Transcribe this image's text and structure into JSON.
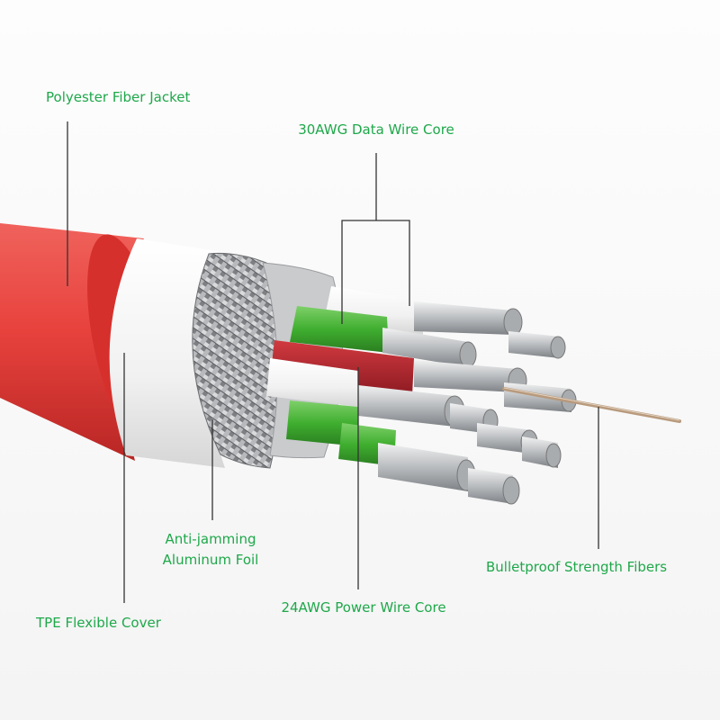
{
  "labels": {
    "jacket": "Polyester Fiber Jacket",
    "data_core": "30AWG Data Wire Core",
    "foil_line1": "Anti-jamming",
    "foil_line2": "Aluminum Foil",
    "power_core": "24AWG Power Wire Core",
    "tpe": "TPE Flexible Cover",
    "fibers": "Bulletproof Strength Fibers"
  },
  "colors": {
    "label_text": "#1ea84a",
    "jacket_red": "#e8423d",
    "wire_green": "#3fae2f",
    "wire_red": "#b5232c",
    "insulation_white": "#f2f2f2",
    "braid": "#8c8c8c",
    "leader_line": "#333333",
    "strength_fiber": "#b89a7c"
  }
}
